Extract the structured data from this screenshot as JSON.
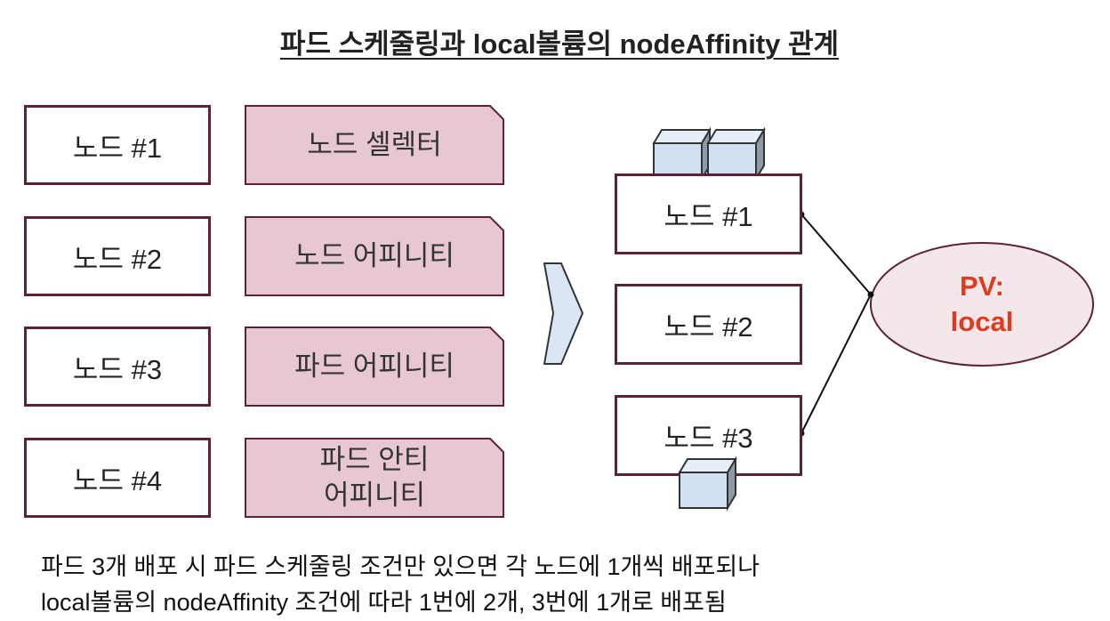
{
  "title": "파드 스케줄링과 local볼륨의 nodeAffinity 관계",
  "left_nodes": [
    "노드 #1",
    "노드 #2",
    "노드 #3",
    "노드 #4"
  ],
  "rules": [
    "노드 셀렉터",
    "노드 어피니티",
    "파드 어피니티",
    "파드 안티\n어피니티"
  ],
  "right_nodes": [
    "노드 #1",
    "노드 #2",
    "노드 #3"
  ],
  "pv": {
    "label": "PV:\nlocal"
  },
  "caption": {
    "line1": "파드 3개 배포 시 파드 스케줄링 조건만 있으면 각 노드에 1개씩 배포되나",
    "line2": "local볼륨의 nodeAffinity 조건에 따라 1번에 2개, 3번에 1개로 배포됨"
  },
  "colors": {
    "border": "#5b2333",
    "rule_fill": "#e8c8d0",
    "cube_fill": "#cfe0f3",
    "arrow_fill": "#dbe6f5",
    "pv_fill": "#f3e7ea",
    "pv_text": "#e03b1f"
  }
}
